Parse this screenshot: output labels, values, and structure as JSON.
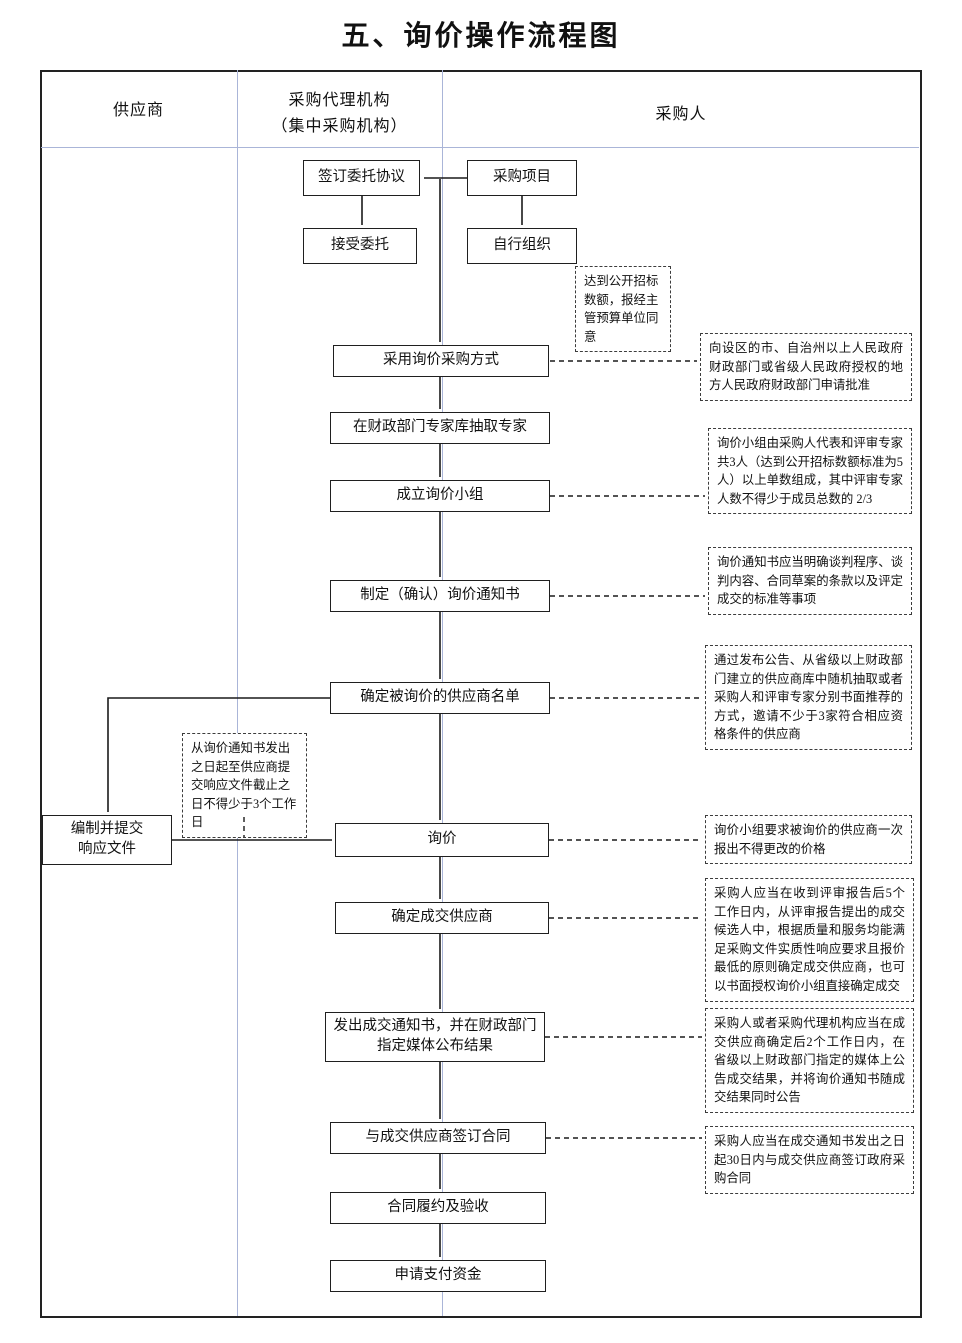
{
  "title": "五、询价操作流程图",
  "lanes": {
    "supplier": "供应商",
    "agency": "采购代理机构",
    "agency_sub": "（集中采购机构）",
    "purchaser": "采购人"
  },
  "nodes": {
    "sign_agreement": "签订委托协议",
    "project": "采购项目",
    "accept": "接受委托",
    "self_organize": "自行组织",
    "adopt_inquiry": "采用询价采购方式",
    "extract_experts": "在财政部门专家库抽取专家",
    "form_group": "成立询价小组",
    "make_notice": "制定（确认）询价通知书",
    "supplier_list": "确定被询价的供应商名单",
    "prepare_response": "编制并提交响应文件",
    "inquiry": "询价",
    "determine_winner": "确定成交供应商",
    "issue_notice": "发出成交通知书，并在财政部门指定媒体公布结果",
    "sign_contract": "与成交供应商签订合同",
    "acceptance": "合同履约及验收",
    "payment": "申请支付资金"
  },
  "annotations": {
    "threshold": "达到公开招标数额，报经主管预算单位同意",
    "approval": "向设区的市、自治州以上人民政府财政部门或省级人民政府授权的地方人民政府财政部门申请批准",
    "group_rule": "询价小组由采购人代表和评审专家共3人（达到公开招标数额标准为5人）以上单数组成，其中评审专家人数不得少于成员总数的 2/3",
    "notice_rule": "询价通知书应当明确谈判程序、谈判内容、合同草案的条款以及评定成交的标准等事项",
    "invite_rule": "通过发布公告、从省级以上财政部门建立的供应商库中随机抽取或者采购人和评审专家分别书面推荐的方式，邀请不少于3家符合相应资格条件的供应商",
    "deadline_rule": "从询价通知书发出之日起至供应商提交响应文件截止之日不得少于3个工作日",
    "quote_rule": "询价小组要求被询价的供应商一次报出不得更改的价格",
    "winner_rule": "采购人应当在收到评审报告后5个工作日内，从评审报告提出的成交候选人中，根据质量和服务均能满足采购文件实质性响应要求且报价最低的原则确定成交供应商，也可以书面授权询价小组直接确定成交",
    "announce_rule": "采购人或者采购代理机构应当在成交供应商确定后2个工作日内，在省级以上财政部门指定的媒体上公告成交结果，并将询价通知书随成交结果同时公告",
    "contract_rule": "采购人应当在成交通知书发出之日起30日内与成交供应商签订政府采购合同"
  }
}
